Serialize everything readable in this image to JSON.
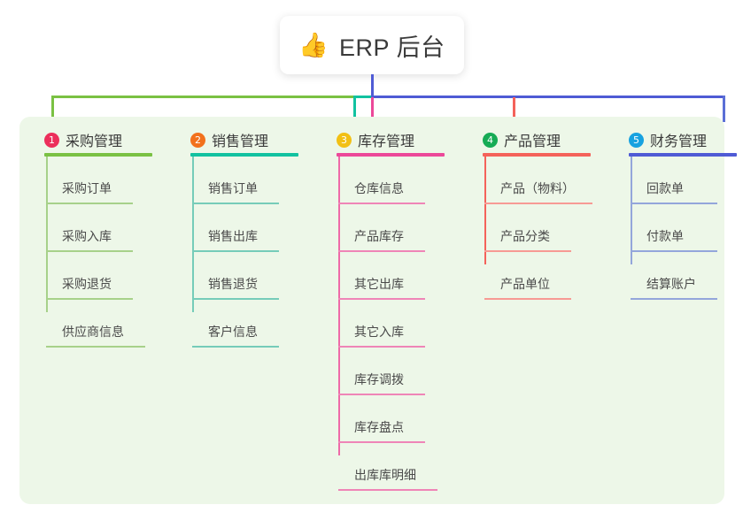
{
  "title": {
    "icon": "thumbs-up-icon",
    "icon_glyph": "👍",
    "text": "ERP 后台"
  },
  "theme": {
    "panel_bg": "#edf7e8",
    "page_bg": "#ffffff",
    "card_bg": "#ffffff",
    "stem_color": "#4f5bd5",
    "text_color": "#3a3a3a"
  },
  "connectors": {
    "stem_from_title": "#4f5bd5",
    "bus_segments": [
      {
        "name": "segment-green",
        "color": "#7ac143"
      },
      {
        "name": "segment-teal",
        "color": "#12c2a0"
      },
      {
        "name": "segment-blue",
        "color": "#4f5bd5"
      }
    ],
    "drops": [
      {
        "name": "drop-purchasing",
        "color": "#7ac143"
      },
      {
        "name": "drop-sales",
        "color": "#12c2a0"
      },
      {
        "name": "drop-inventory",
        "color": "#ec4899"
      },
      {
        "name": "drop-product",
        "color": "#f4625a"
      },
      {
        "name": "drop-finance",
        "color": "#5b6fd6"
      }
    ]
  },
  "columns": [
    {
      "number": "1",
      "title": "采购管理",
      "badge_color": "#ec2f5b",
      "accent": "#7ac143",
      "rule_color": "#7ac143",
      "leaf_rule_color": "#a7d18a",
      "spine_color": "#a7d18a",
      "items": [
        {
          "label": "采购订单"
        },
        {
          "label": "采购入库"
        },
        {
          "label": "采购退货"
        },
        {
          "label": "供应商信息"
        }
      ]
    },
    {
      "number": "2",
      "title": "销售管理",
      "badge_color": "#f2711c",
      "accent": "#12c2a0",
      "rule_color": "#12c2a0",
      "leaf_rule_color": "#76ccb9",
      "spine_color": "#76ccb9",
      "items": [
        {
          "label": "销售订单"
        },
        {
          "label": "销售出库"
        },
        {
          "label": "销售退货"
        },
        {
          "label": "客户信息"
        }
      ]
    },
    {
      "number": "3",
      "title": "库存管理",
      "badge_color": "#f2c014",
      "accent": "#ec4899",
      "rule_color": "#ec4899",
      "leaf_rule_color": "#ef85b7",
      "spine_color": "#ef6aa8",
      "items": [
        {
          "label": "仓库信息"
        },
        {
          "label": "产品库存"
        },
        {
          "label": "其它出库"
        },
        {
          "label": "其它入库"
        },
        {
          "label": "库存调拨"
        },
        {
          "label": "库存盘点"
        },
        {
          "label": "出库库明细"
        }
      ]
    },
    {
      "number": "4",
      "title": "产品管理",
      "badge_color": "#16ab55",
      "accent": "#f4625a",
      "rule_color": "#f4625a",
      "leaf_rule_color": "#f79a94",
      "spine_color": "#f4625a",
      "items": [
        {
          "label": "产品（物料）"
        },
        {
          "label": "产品分类"
        },
        {
          "label": "产品单位"
        }
      ]
    },
    {
      "number": "5",
      "title": "财务管理",
      "badge_color": "#17a2e0",
      "accent": "#4f5bd5",
      "rule_color": "#4f5bd5",
      "leaf_rule_color": "#94a6db",
      "spine_color": "#94a6db",
      "items": [
        {
          "label": "回款单"
        },
        {
          "label": "付款单"
        },
        {
          "label": "结算账户"
        }
      ]
    }
  ]
}
